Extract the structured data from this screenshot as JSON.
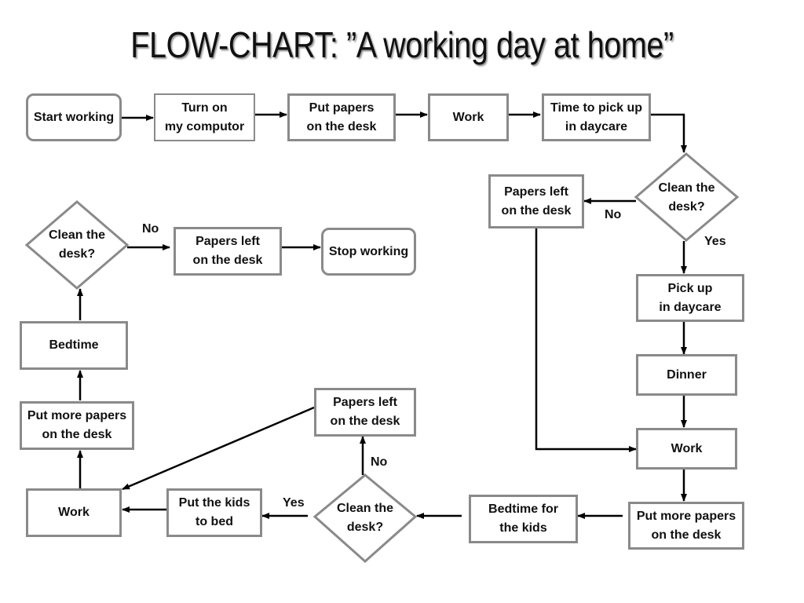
{
  "title": "FLOW-CHART: ”A working day at home”",
  "nodes": {
    "start": "Start working",
    "turn_on": "Turn on\nmy computor",
    "put_papers_1": "Put papers\non the desk",
    "work_1": "Work",
    "time_pickup": "Time to pick up\nin daycare",
    "clean_desk_1": "Clean the\ndesk?",
    "papers_left_1": "Papers left\non the desk",
    "pick_up": "Pick up\nin daycare",
    "dinner": "Dinner",
    "work_2": "Work",
    "put_more_1": "Put more papers\non the desk",
    "bedtime_kids": "Bedtime for\nthe kids",
    "clean_desk_2": "Clean the\ndesk?",
    "papers_left_2": "Papers left\non the desk",
    "put_kids_bed": "Put the kids\nto bed",
    "work_3": "Work",
    "put_more_2": "Put more papers\non the desk",
    "bedtime": "Bedtime",
    "clean_desk_3": "Clean the\ndesk?",
    "papers_left_3": "Papers left\non the desk",
    "stop": "Stop working"
  },
  "edge_labels": {
    "d1_no": "No",
    "d1_yes": "Yes",
    "d2_yes": "Yes",
    "d2_no": "No",
    "d3_no": "No"
  },
  "colors": {
    "border": "#8a8a8a",
    "arrow": "#000000",
    "text": "#111111"
  }
}
